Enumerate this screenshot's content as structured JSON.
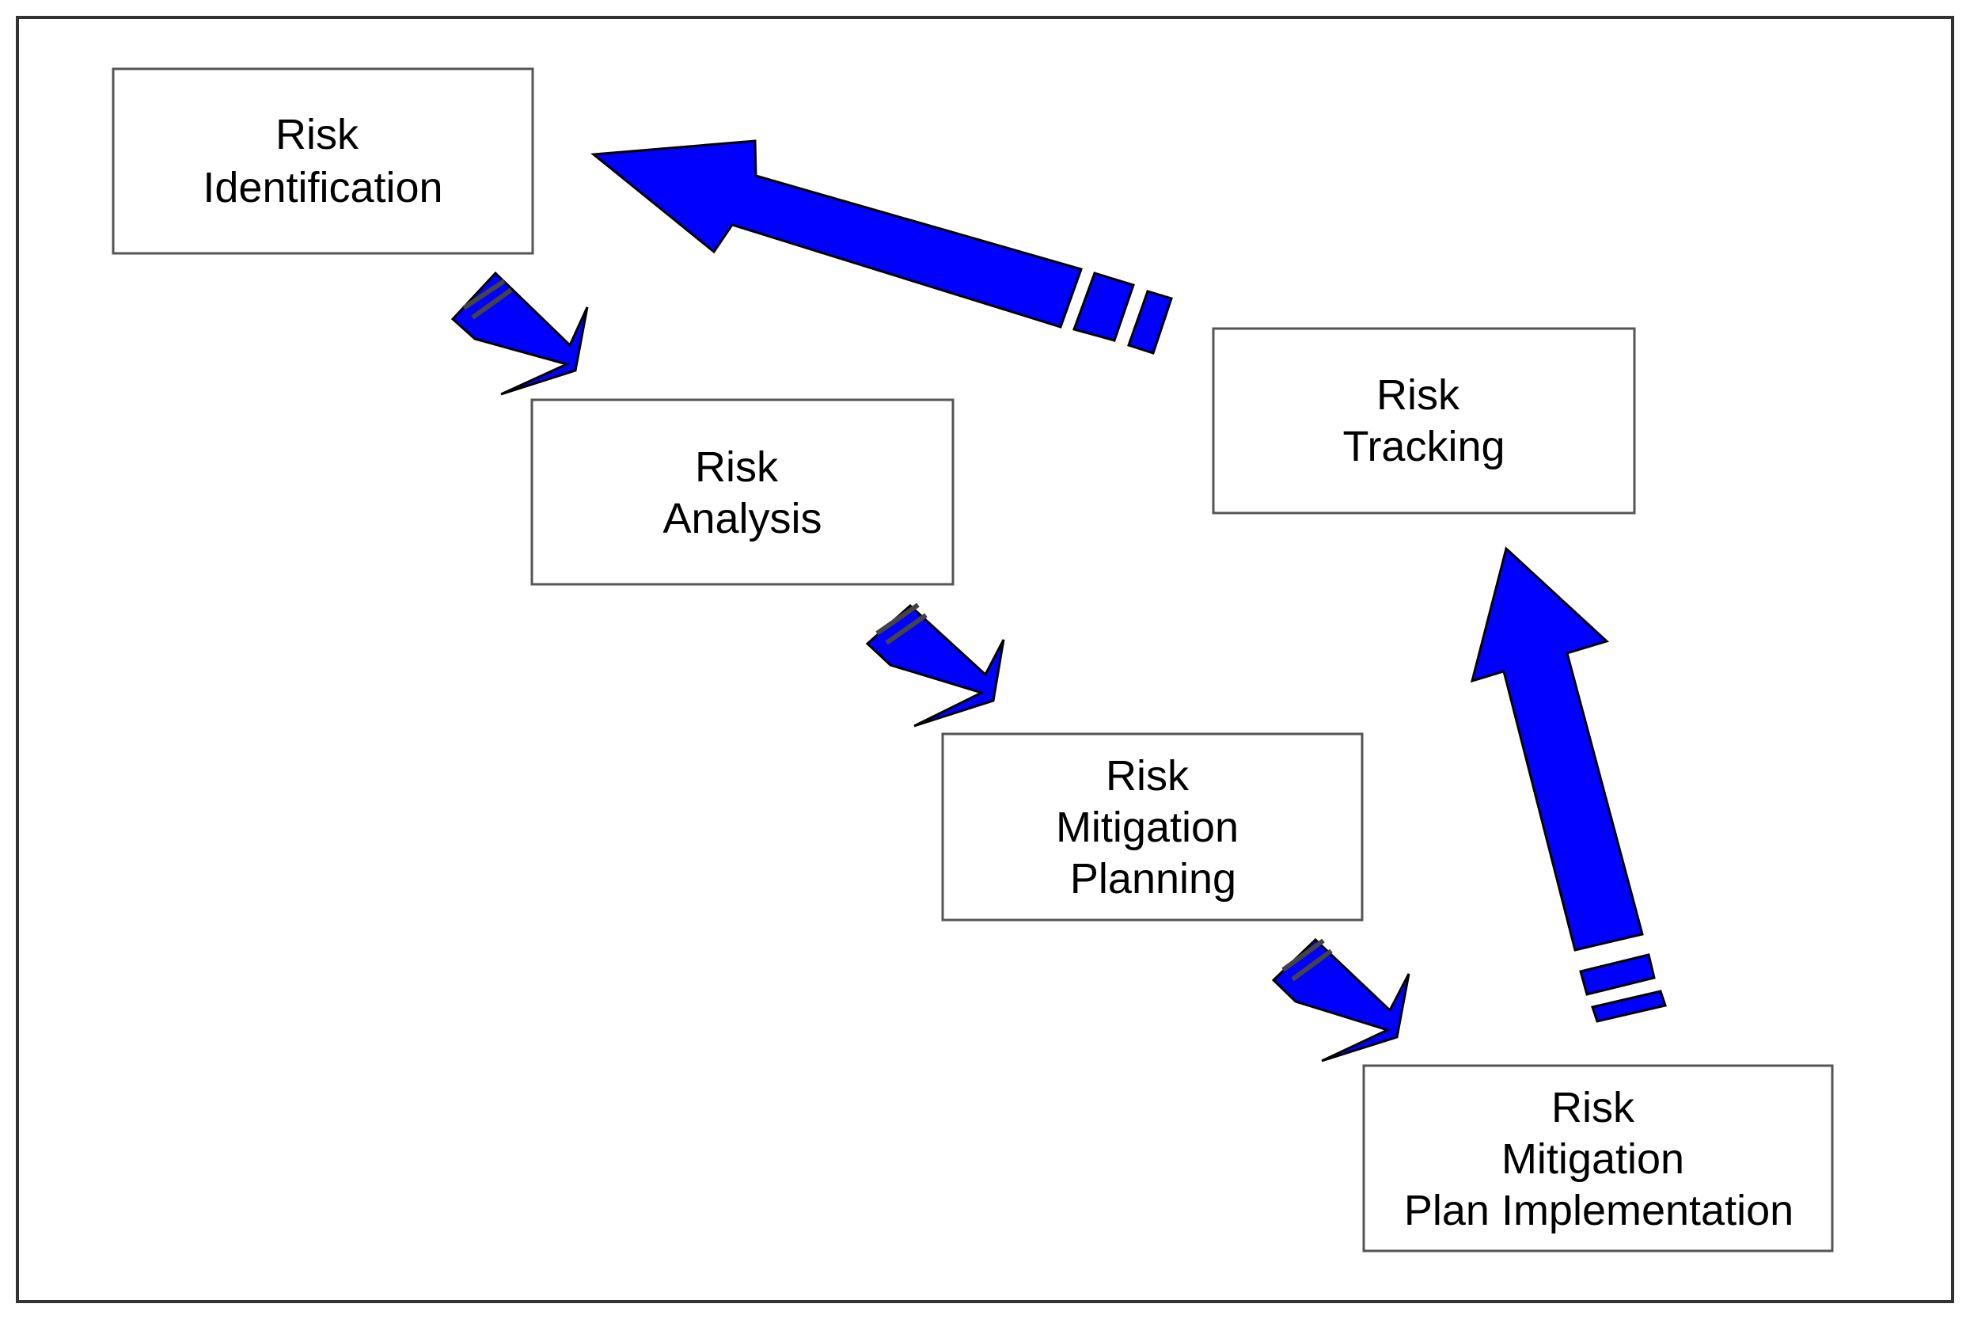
{
  "colors": {
    "arrow_fill": "#0000FF",
    "arrow_stroke": "#000000",
    "box_border": "#555555",
    "frame_border": "#333333",
    "text": "#000000"
  },
  "steps": [
    {
      "lines": [
        "Risk",
        "Identification"
      ]
    },
    {
      "lines": [
        "Risk",
        "Analysis"
      ]
    },
    {
      "lines": [
        "Risk",
        "Mitigation",
        "Planning"
      ]
    },
    {
      "lines": [
        "Risk",
        "Mitigation",
        "Plan Implementation"
      ]
    },
    {
      "lines": [
        "Risk",
        "Tracking"
      ]
    }
  ],
  "arrows": [
    {
      "from": "Risk Identification",
      "to": "Risk Analysis",
      "icon": "arrow-down-right-icon"
    },
    {
      "from": "Risk Analysis",
      "to": "Risk Mitigation Planning",
      "icon": "arrow-down-right-icon"
    },
    {
      "from": "Risk Mitigation Planning",
      "to": "Risk Mitigation Plan Implementation",
      "icon": "arrow-down-right-icon"
    },
    {
      "from": "Risk Mitigation Plan Implementation",
      "to": "Risk Tracking",
      "icon": "arrow-up-icon"
    },
    {
      "from": "Risk Tracking",
      "to": "Risk Identification",
      "icon": "arrow-up-left-icon"
    }
  ]
}
